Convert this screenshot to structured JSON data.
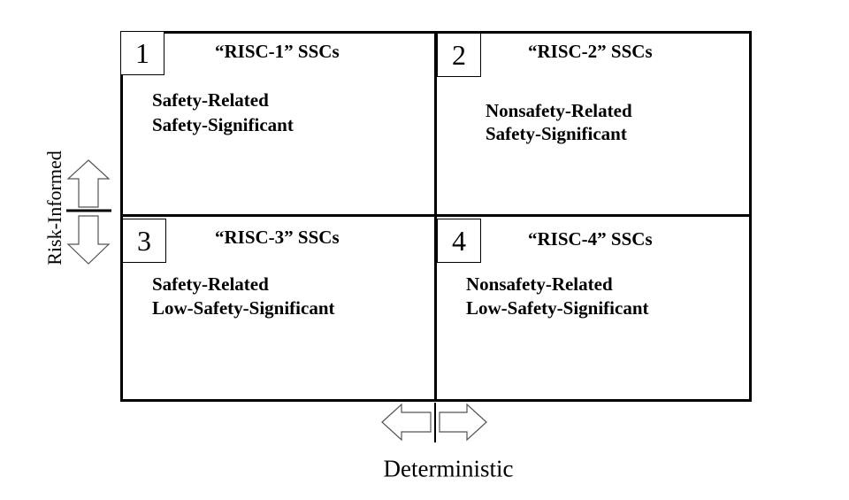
{
  "quadrants": [
    {
      "number": "1",
      "title": "“RISC-1” SSCs",
      "line1": "Safety-Related",
      "line2": "Safety-Significant"
    },
    {
      "number": "2",
      "title": "“RISC-2” SSCs",
      "line1": "Nonsafety-Related",
      "line2": "Safety-Significant"
    },
    {
      "number": "3",
      "title": "“RISC-3” SSCs",
      "line1": "Safety-Related",
      "line2": "Low-Safety-Significant"
    },
    {
      "number": "4",
      "title": "“RISC-4” SSCs",
      "line1": "Nonsafety-Related",
      "line2": "Low-Safety-Significant"
    }
  ],
  "axes": {
    "vertical_label": "Risk-Informed",
    "horizontal_label": "Deterministic"
  }
}
